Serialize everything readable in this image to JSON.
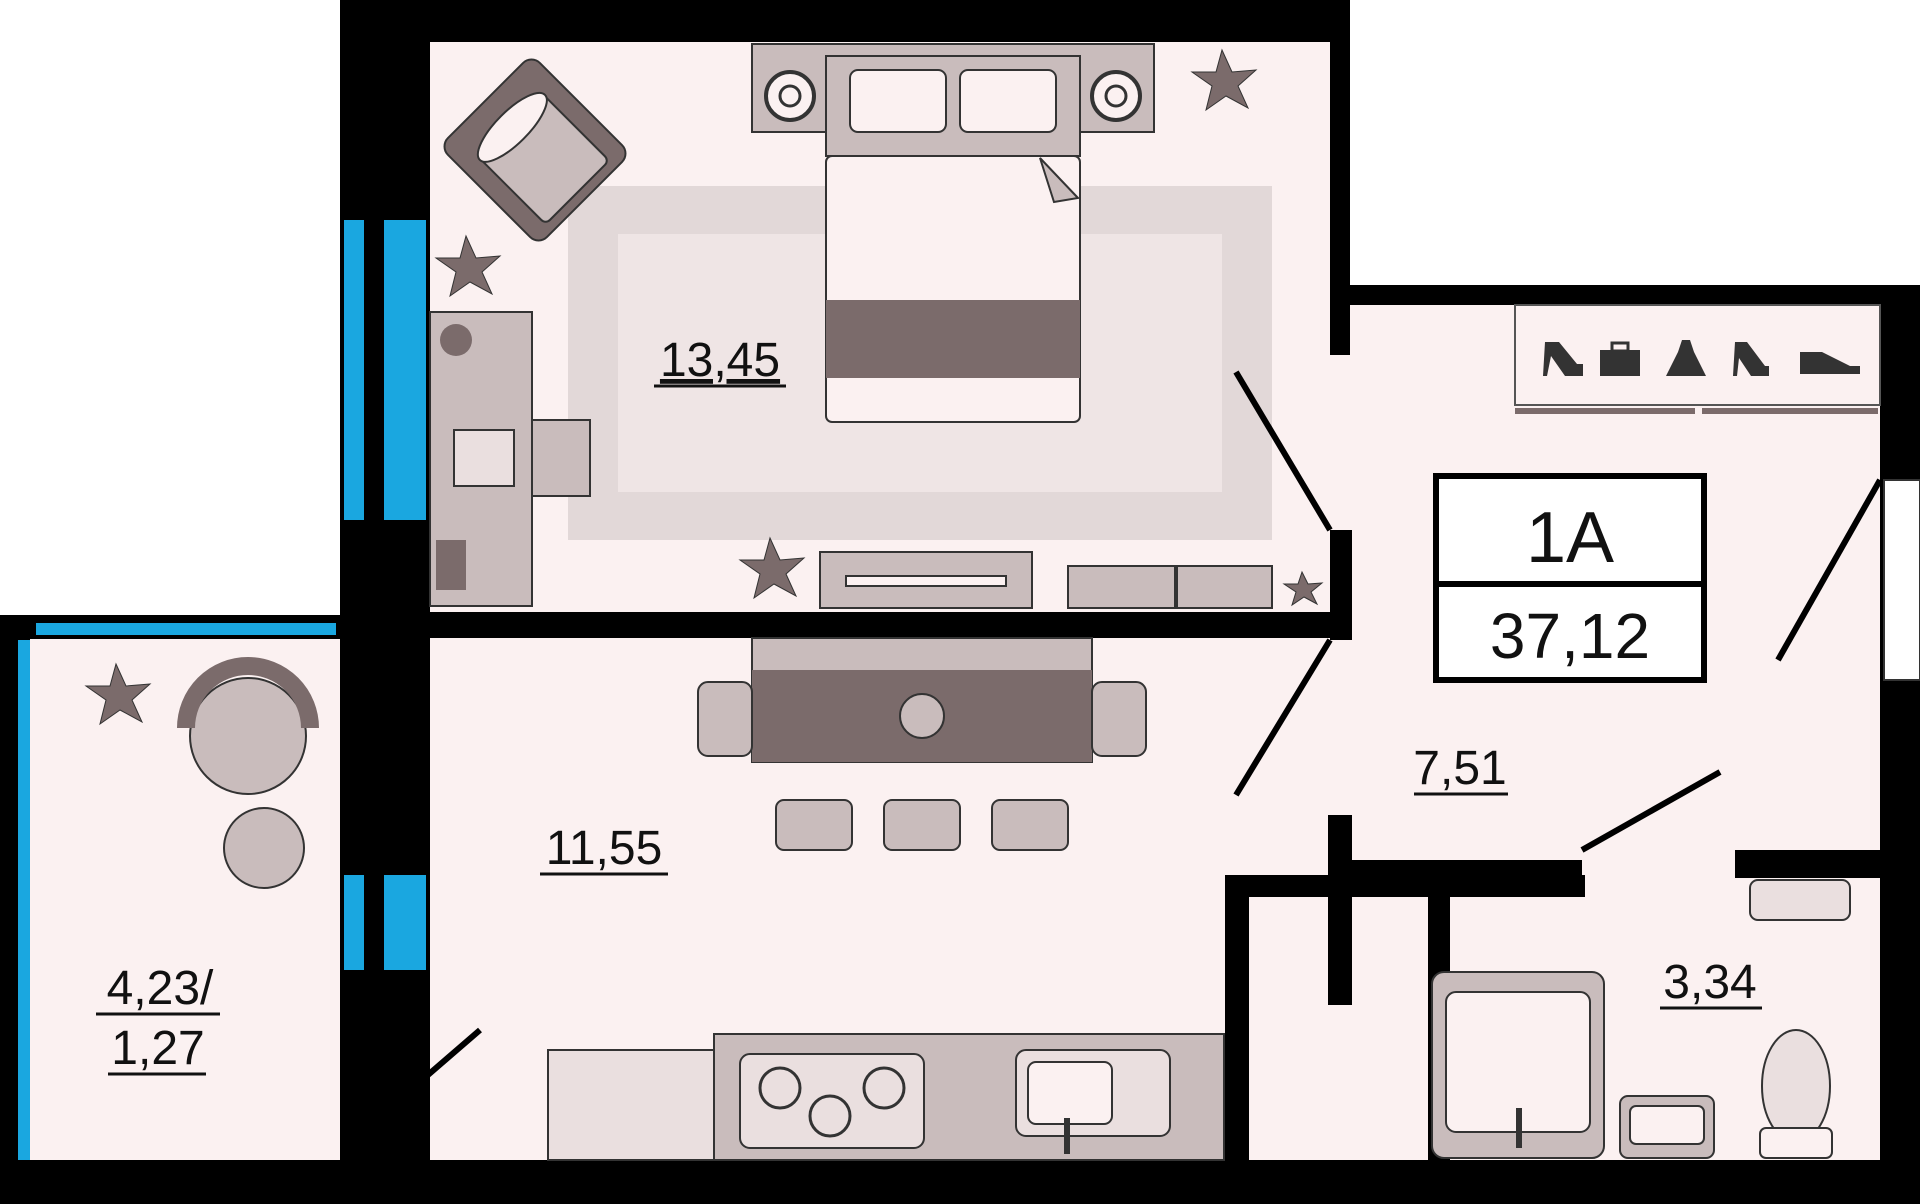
{
  "apartment": {
    "type": "1А",
    "total_area": "37,12"
  },
  "rooms": [
    {
      "id": "bedroom",
      "area": "13,45"
    },
    {
      "id": "kitchen-living",
      "area": "11,55"
    },
    {
      "id": "hallway",
      "area": "7,51"
    },
    {
      "id": "bathroom",
      "area": "3,34"
    },
    {
      "id": "balcony",
      "area_line1": "4,23/",
      "area_line2": "1,27"
    }
  ],
  "colors": {
    "wall": "#000000",
    "floor": "#fbf1f1",
    "window": "#1aa7e0",
    "furniture_dark": "#7b6b6b",
    "furniture_light": "#c9bcbc",
    "furniture_pale": "#eadfdf",
    "rug_outer": "#e2d8d8",
    "rug_inner": "#efe5e5"
  },
  "icons": [
    "high-heel-icon",
    "briefcase-icon",
    "dress-icon",
    "boot-icon",
    "sneaker-icon"
  ]
}
